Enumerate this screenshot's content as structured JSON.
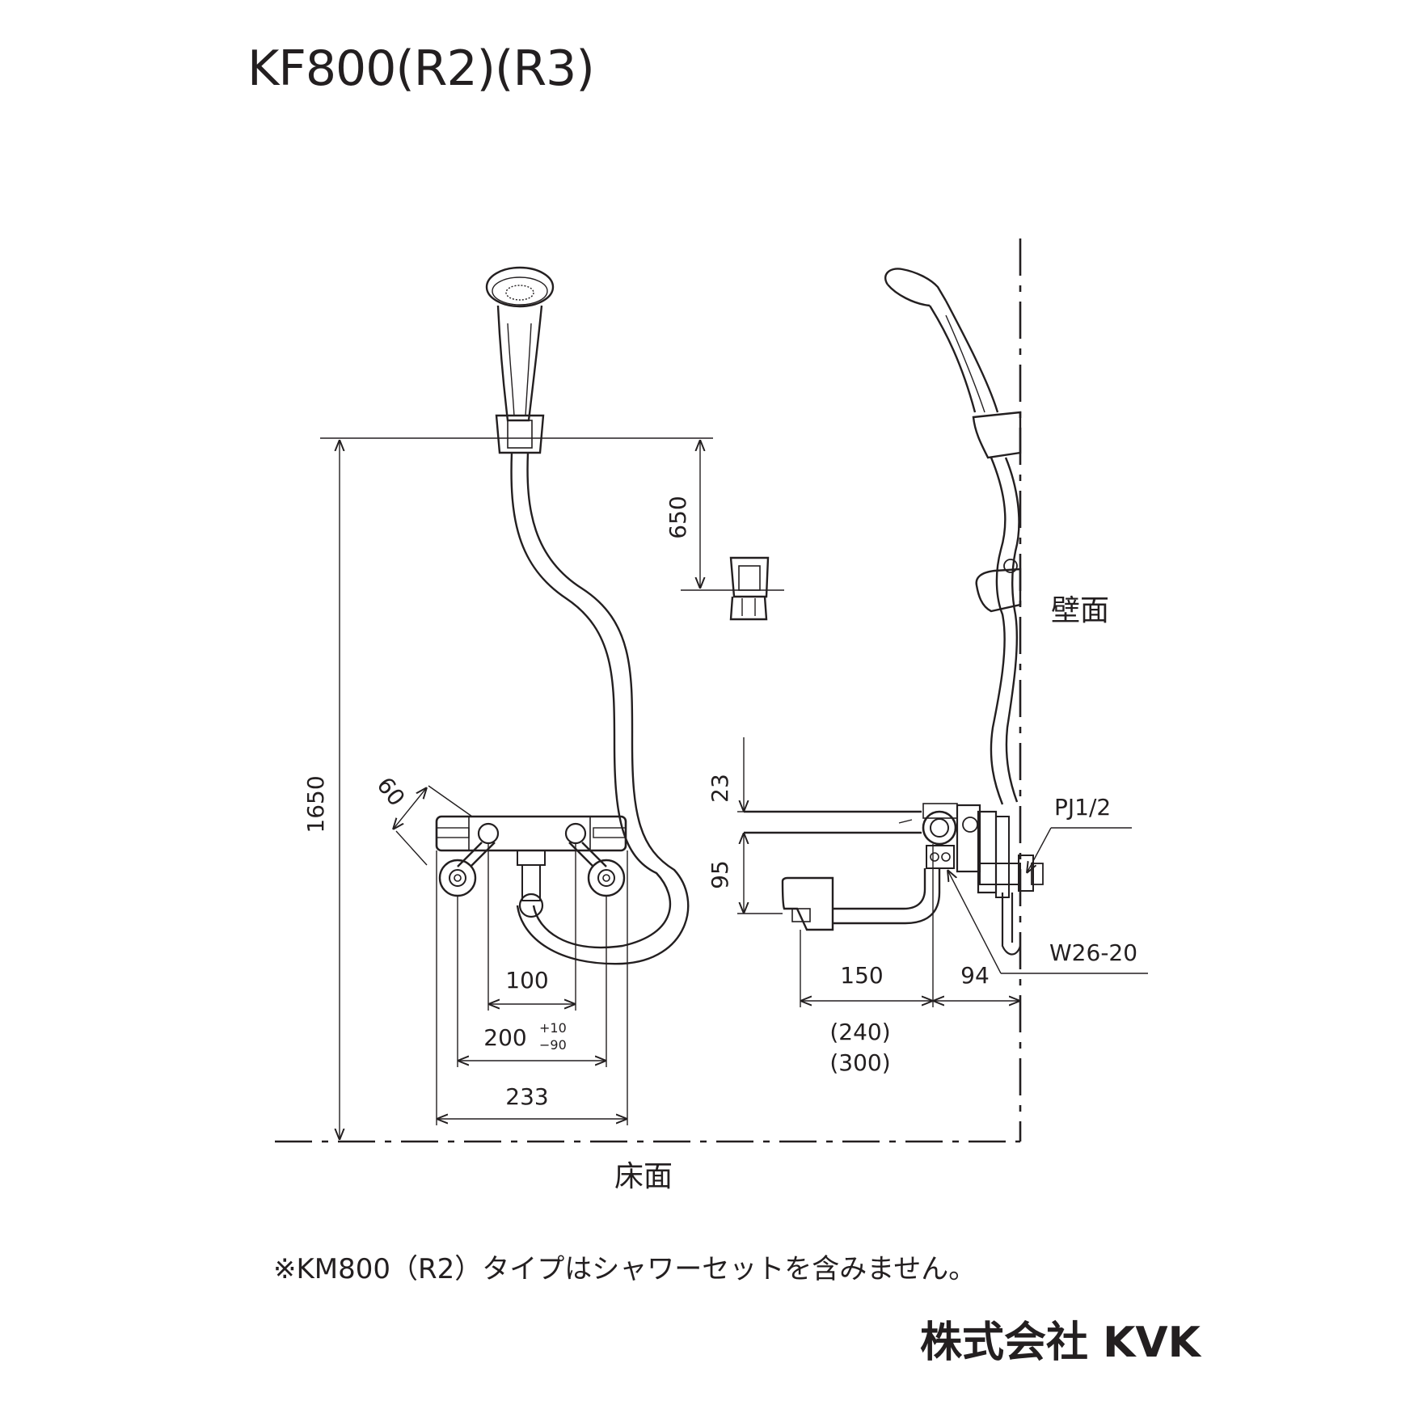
{
  "title": "KF800(R2)(R3)",
  "labels": {
    "wall": "壁面",
    "floor": "床面"
  },
  "dimensions": {
    "height_total": "1650",
    "hook_height": "650",
    "angle_60": "60",
    "pitch_100": "100",
    "pitch_200": "200",
    "tol_plus": "+10",
    "tol_minus": "−90",
    "width_233": "233",
    "top_23": "23",
    "drop_95": "95",
    "spout_150": "150",
    "wall_94": "94",
    "alt_240": "(240)",
    "alt_300": "(300)"
  },
  "callouts": {
    "pj": "PJ1/2",
    "w": "W26-20"
  },
  "note": "※KM800（R2）タイプはシャワーセットを含みません。",
  "brand": "株式会社 KVK"
}
